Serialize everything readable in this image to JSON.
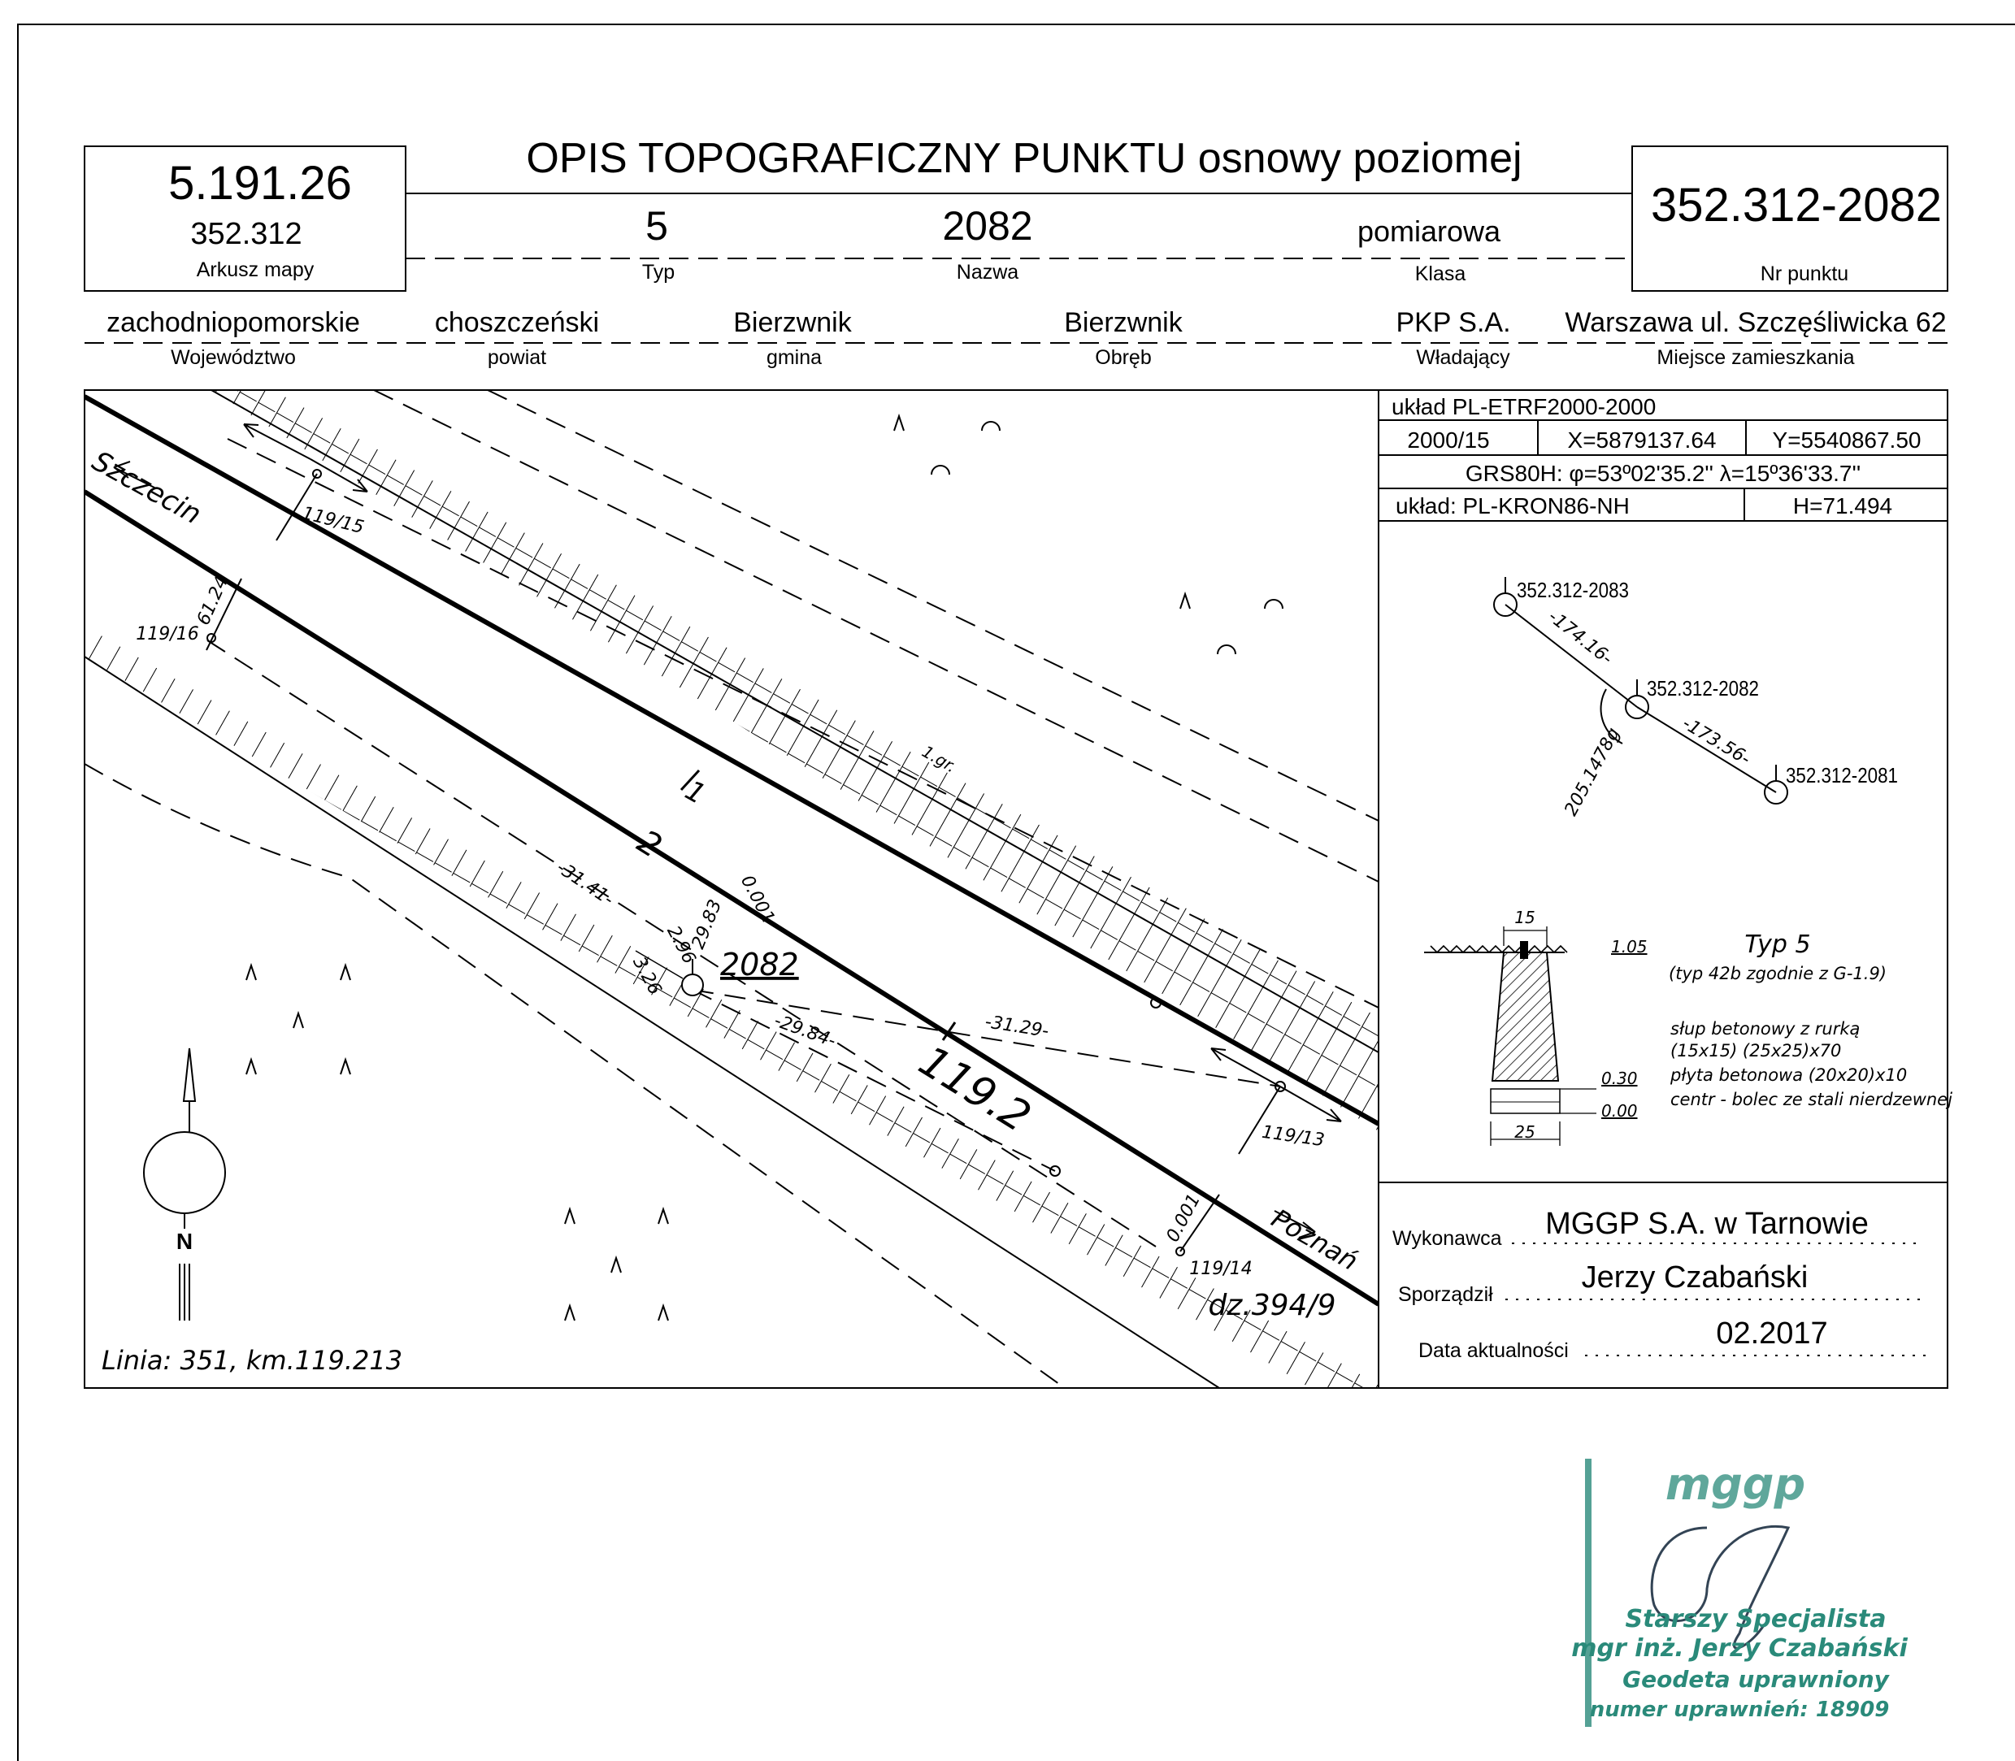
{
  "header": {
    "title": "OPIS TOPOGRAFICZNY PUNKTU osnowy poziomej",
    "sheet_code": "5.191.26",
    "map_sheet": "352.312",
    "map_sheet_label": "Arkusz mapy",
    "point_number": "352.312-2082",
    "point_number_label": "Nr punktu",
    "type_value": "5",
    "type_label": "Typ",
    "name_value": "2082",
    "name_label": "Nazwa",
    "class_value": "pomiarowa",
    "class_label": "Klasa"
  },
  "admin": {
    "voivodeship": "zachodniopomorskie",
    "voivodeship_label": "Województwo",
    "county": "choszczeński",
    "county_label": "powiat",
    "commune": "Bierzwnik",
    "commune_label": "gmina",
    "precinct": "Bierzwnik",
    "precinct_label": "Obręb",
    "owner": "PKP S.A.",
    "owner_label": "Władający",
    "residence": "Warszawa ul. Szczęśliwicka 62",
    "residence_label": "Miejsce zamieszkania"
  },
  "coords": {
    "system": "układ PL-ETRF2000-2000",
    "zone": "2000/15",
    "x": "X=5879137.64",
    "y": "Y=5540867.50",
    "grs": "GRS80H: φ=53º02'35.2'' λ=15º36'33.7''",
    "height_system": "układ: PL-KRON86-NH",
    "height": "H=71.494"
  },
  "orientation": {
    "pt_north": "352.312-2083",
    "pt_center": "352.312-2082",
    "pt_east": "352.312-2081",
    "dist_north": "-174.16-",
    "dist_east": "-173.56-",
    "angle": "205.1478g"
  },
  "monument": {
    "dim_top": "15",
    "level_top": "1.05",
    "level_mid": "0.30",
    "level_base": "0.00",
    "dim_bottom": "25",
    "type_title": "Typ 5",
    "type_note": "(typ 42b zgodnie z G-1.9)",
    "desc_1": "słup betonowy z rurką",
    "desc_2": "(15x15) (25x25)x70",
    "desc_3": "płyta betonowa (20x20)x10",
    "desc_4": "centr - bolec ze stali nierdzewnej"
  },
  "sketch": {
    "dir_szczecin": "Szczecin",
    "dir_poznan": "Poznań",
    "track_1": "1",
    "track_2": "2",
    "km": "119.2",
    "point_label": "2082",
    "parcel": "dz.394/9",
    "line_info": "Linia: 351, km.119.213",
    "gr": "1.gr.",
    "m15": "119/15",
    "m16": "119/16",
    "m13": "119/13",
    "m14": "119/14",
    "d6124": "61.24",
    "d3141": "-31.41-",
    "d2983": "29.83",
    "d0001a": "0.001",
    "d0001b": "0.001",
    "d296": "2.96",
    "d326": "3.26",
    "d2984": "-29.84-",
    "d3129": "-31.29-",
    "north": "N"
  },
  "footer": {
    "contractor_label": "Wykonawca",
    "contractor": "MGGP S.A.  w Tarnowie",
    "author_label": "Sporządził",
    "author": "Jerzy Czabański",
    "date_label": "Data aktualności",
    "date": "02.2017"
  },
  "stamp": {
    "logo": "mggp",
    "line1": "Starszy Specjalista",
    "line2": "mgr inż. Jerzy Czabański",
    "line3": "Geodeta uprawniony",
    "line4": "numer uprawnień: 18909",
    "color": "#2a8a7a"
  }
}
